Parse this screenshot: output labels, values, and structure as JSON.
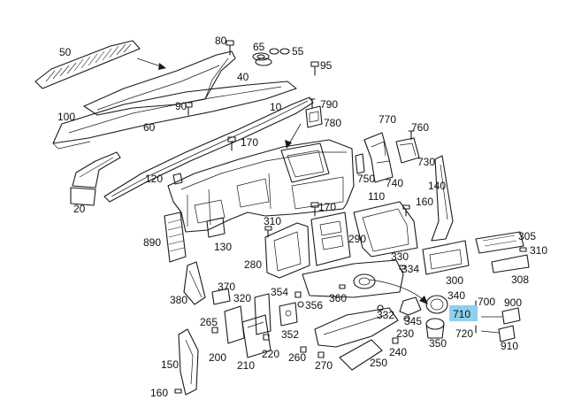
{
  "diagram": {
    "labels": {
      "l10": "10",
      "l20": "20",
      "l40": "40",
      "l50": "50",
      "l55": "55",
      "l60": "60",
      "l65": "65",
      "l80": "80",
      "l90": "90",
      "l95": "95",
      "l100": "100",
      "l110": "110",
      "l120": "120",
      "l130": "130",
      "l140": "140",
      "l150": "150",
      "l160a": "160",
      "l160b": "160",
      "l170a": "170",
      "l170b": "170",
      "l200": "200",
      "l210": "210",
      "l220": "220",
      "l230": "230",
      "l240": "240",
      "l250": "250",
      "l260": "260",
      "l265": "265",
      "l270": "270",
      "l280": "280",
      "l290": "290",
      "l300": "300",
      "l305": "305",
      "l308": "308",
      "l310a": "310",
      "l310b": "310",
      "l320": "320",
      "l330": "330",
      "l332": "332",
      "l334": "334",
      "l340": "340",
      "l345": "345",
      "l350": "350",
      "l352": "352",
      "l354": "354",
      "l356": "356",
      "l360": "360",
      "l370": "370",
      "l380": "380",
      "l700": "700",
      "l710": "710",
      "l720": "720",
      "l730": "730",
      "l740": "740",
      "l750": "750",
      "l760": "760",
      "l770": "770",
      "l780": "780",
      "l790": "790",
      "l890": "890",
      "l900": "900",
      "l910": "910"
    },
    "highlight_color": "#8fd0ee",
    "line_color": "#1a1a1a"
  }
}
